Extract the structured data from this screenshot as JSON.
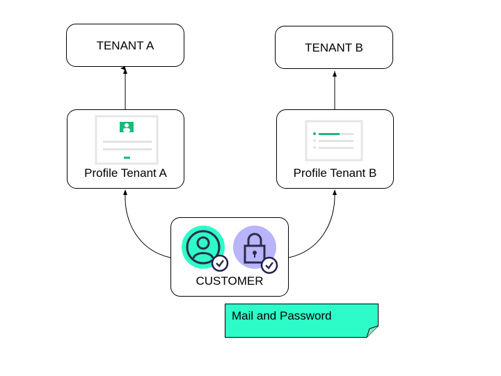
{
  "nodes": {
    "tenant_a": "TENANT A",
    "tenant_b": "TENANT B",
    "profile_a": "Profile Tenant A",
    "profile_b": "Profile Tenant B",
    "customer": "CUSTOMER"
  },
  "note": "Mail and Password",
  "colors": {
    "green": "#2efcc8",
    "purple": "#b8b5fb",
    "accent": "#1db87a",
    "dark": "#2d2b4a"
  }
}
